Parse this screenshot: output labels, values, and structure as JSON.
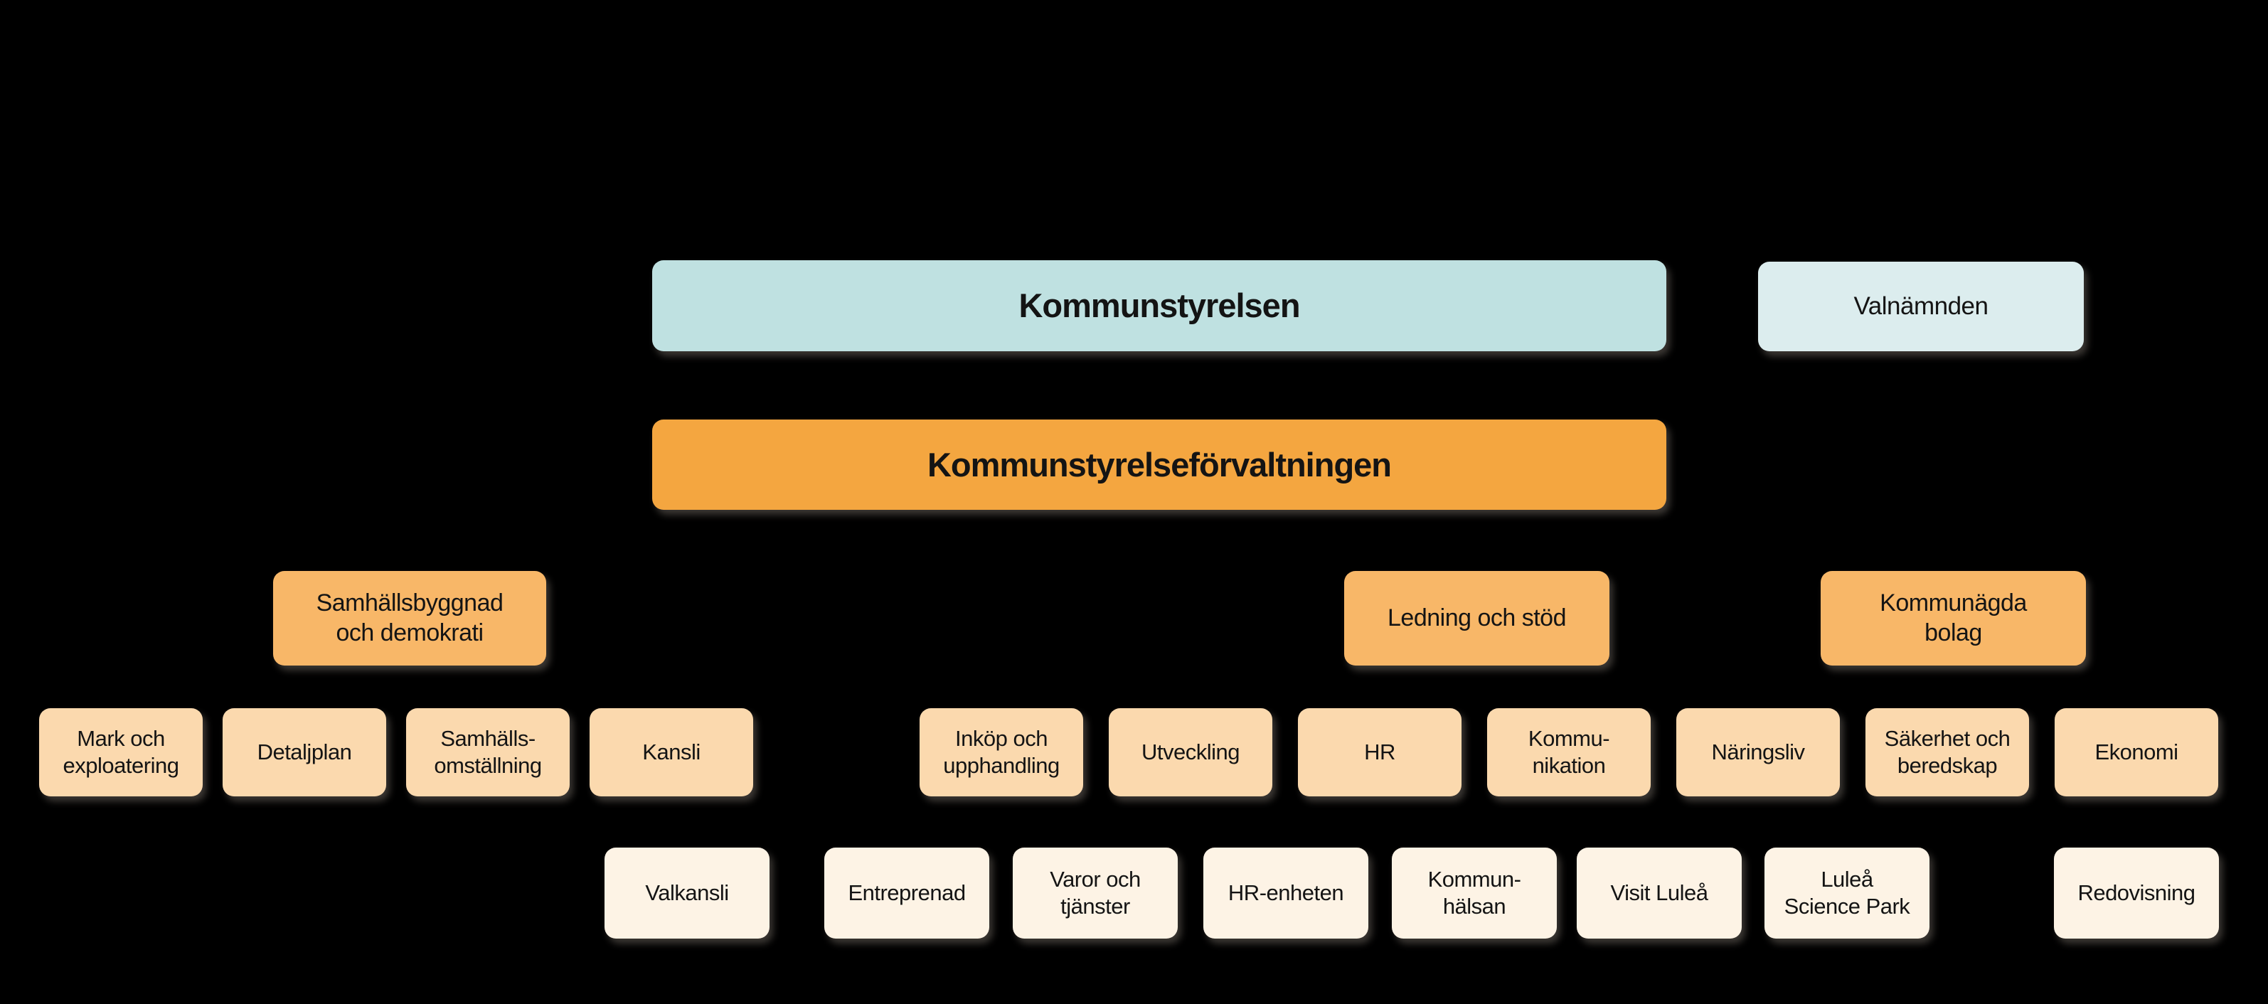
{
  "org": {
    "background_color": "#000000",
    "text_color": "#141414",
    "palette": {
      "board": "#bfe1e1",
      "election_committee": "#dcedee",
      "administration": "#f4a640",
      "division": "#f8b768",
      "department": "#fbd9ae",
      "unit": "#fdf3e5"
    },
    "level1": [
      {
        "label": "Kommunstyrelsen"
      },
      {
        "label": "Valnämnden"
      }
    ],
    "level2": [
      {
        "label": "Kommunstyrelseförvaltningen"
      }
    ],
    "level3": [
      {
        "label": "Samhällsbyggnad\noch demokrati"
      },
      {
        "label": "Ledning och stöd"
      },
      {
        "label": "Kommunägda\nbolag"
      }
    ],
    "level4": [
      {
        "label": "Mark och\nexploatering"
      },
      {
        "label": "Detaljplan"
      },
      {
        "label": "Samhälls-\nomställning"
      },
      {
        "label": "Kansli"
      },
      {
        "label": "Inköp och\nupphandling"
      },
      {
        "label": "Utveckling"
      },
      {
        "label": "HR"
      },
      {
        "label": "Kommu-\nnikation"
      },
      {
        "label": "Näringsliv"
      },
      {
        "label": "Säkerhet och\nberedskap"
      },
      {
        "label": "Ekonomi"
      }
    ],
    "level5": [
      {
        "label": "Valkansli"
      },
      {
        "label": "Entreprenad"
      },
      {
        "label": "Varor och\ntjänster"
      },
      {
        "label": "HR-enheten"
      },
      {
        "label": "Kommun-\nhälsan"
      },
      {
        "label": "Visit Luleå"
      },
      {
        "label": "Luleå\nScience Park"
      },
      {
        "label": "Redovisning"
      }
    ]
  }
}
